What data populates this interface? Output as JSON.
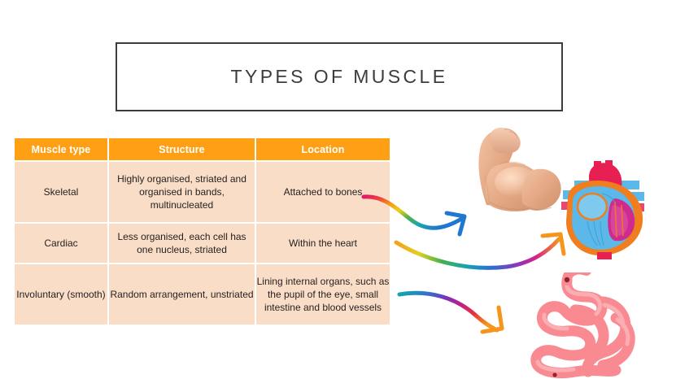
{
  "slide": {
    "title": "TYPES OF MUSCLE",
    "background_color": "#ffffff",
    "title_border_color": "#3c3c3c",
    "title_text_color": "#3c3c3c"
  },
  "table": {
    "header_bg": "#FF9F14",
    "header_text_color": "#ffffff",
    "cell_bg": "#FADDC7",
    "cell_text_color": "#231f20",
    "columns": [
      "Muscle type",
      "Structure",
      "Location"
    ],
    "rows": [
      {
        "type": "Skeletal",
        "structure": "Highly organised, striated and organised in bands, multinucleated",
        "location": "Attached to bones"
      },
      {
        "type": "Cardiac",
        "structure": "Less organised, each cell has one nucleus, striated",
        "location": "Within the heart"
      },
      {
        "type": "Involuntary (smooth)",
        "structure": "Random arrangement, unstriated",
        "location": "Lining internal organs, such as the pupil of the eye, small intestine and blood vessels"
      }
    ]
  },
  "illustrations": [
    {
      "name": "flexed-arm-bicep-image",
      "alt": "Photograph of a flexed arm showing bicep muscle"
    },
    {
      "name": "heart-cross-section-image",
      "alt": "Illustration of a heart cross-section"
    },
    {
      "name": "small-intestine-image",
      "alt": "Illustration of a coiled small intestine"
    }
  ],
  "arrows": [
    {
      "name": "arrow-skeletal-to-arm",
      "direction": "up-right",
      "style": "rainbow-gradient"
    },
    {
      "name": "arrow-cardiac-to-heart",
      "direction": "up-right",
      "style": "rainbow-gradient"
    },
    {
      "name": "arrow-involuntary-to-intestine",
      "direction": "down-right",
      "style": "rainbow-gradient"
    }
  ]
}
